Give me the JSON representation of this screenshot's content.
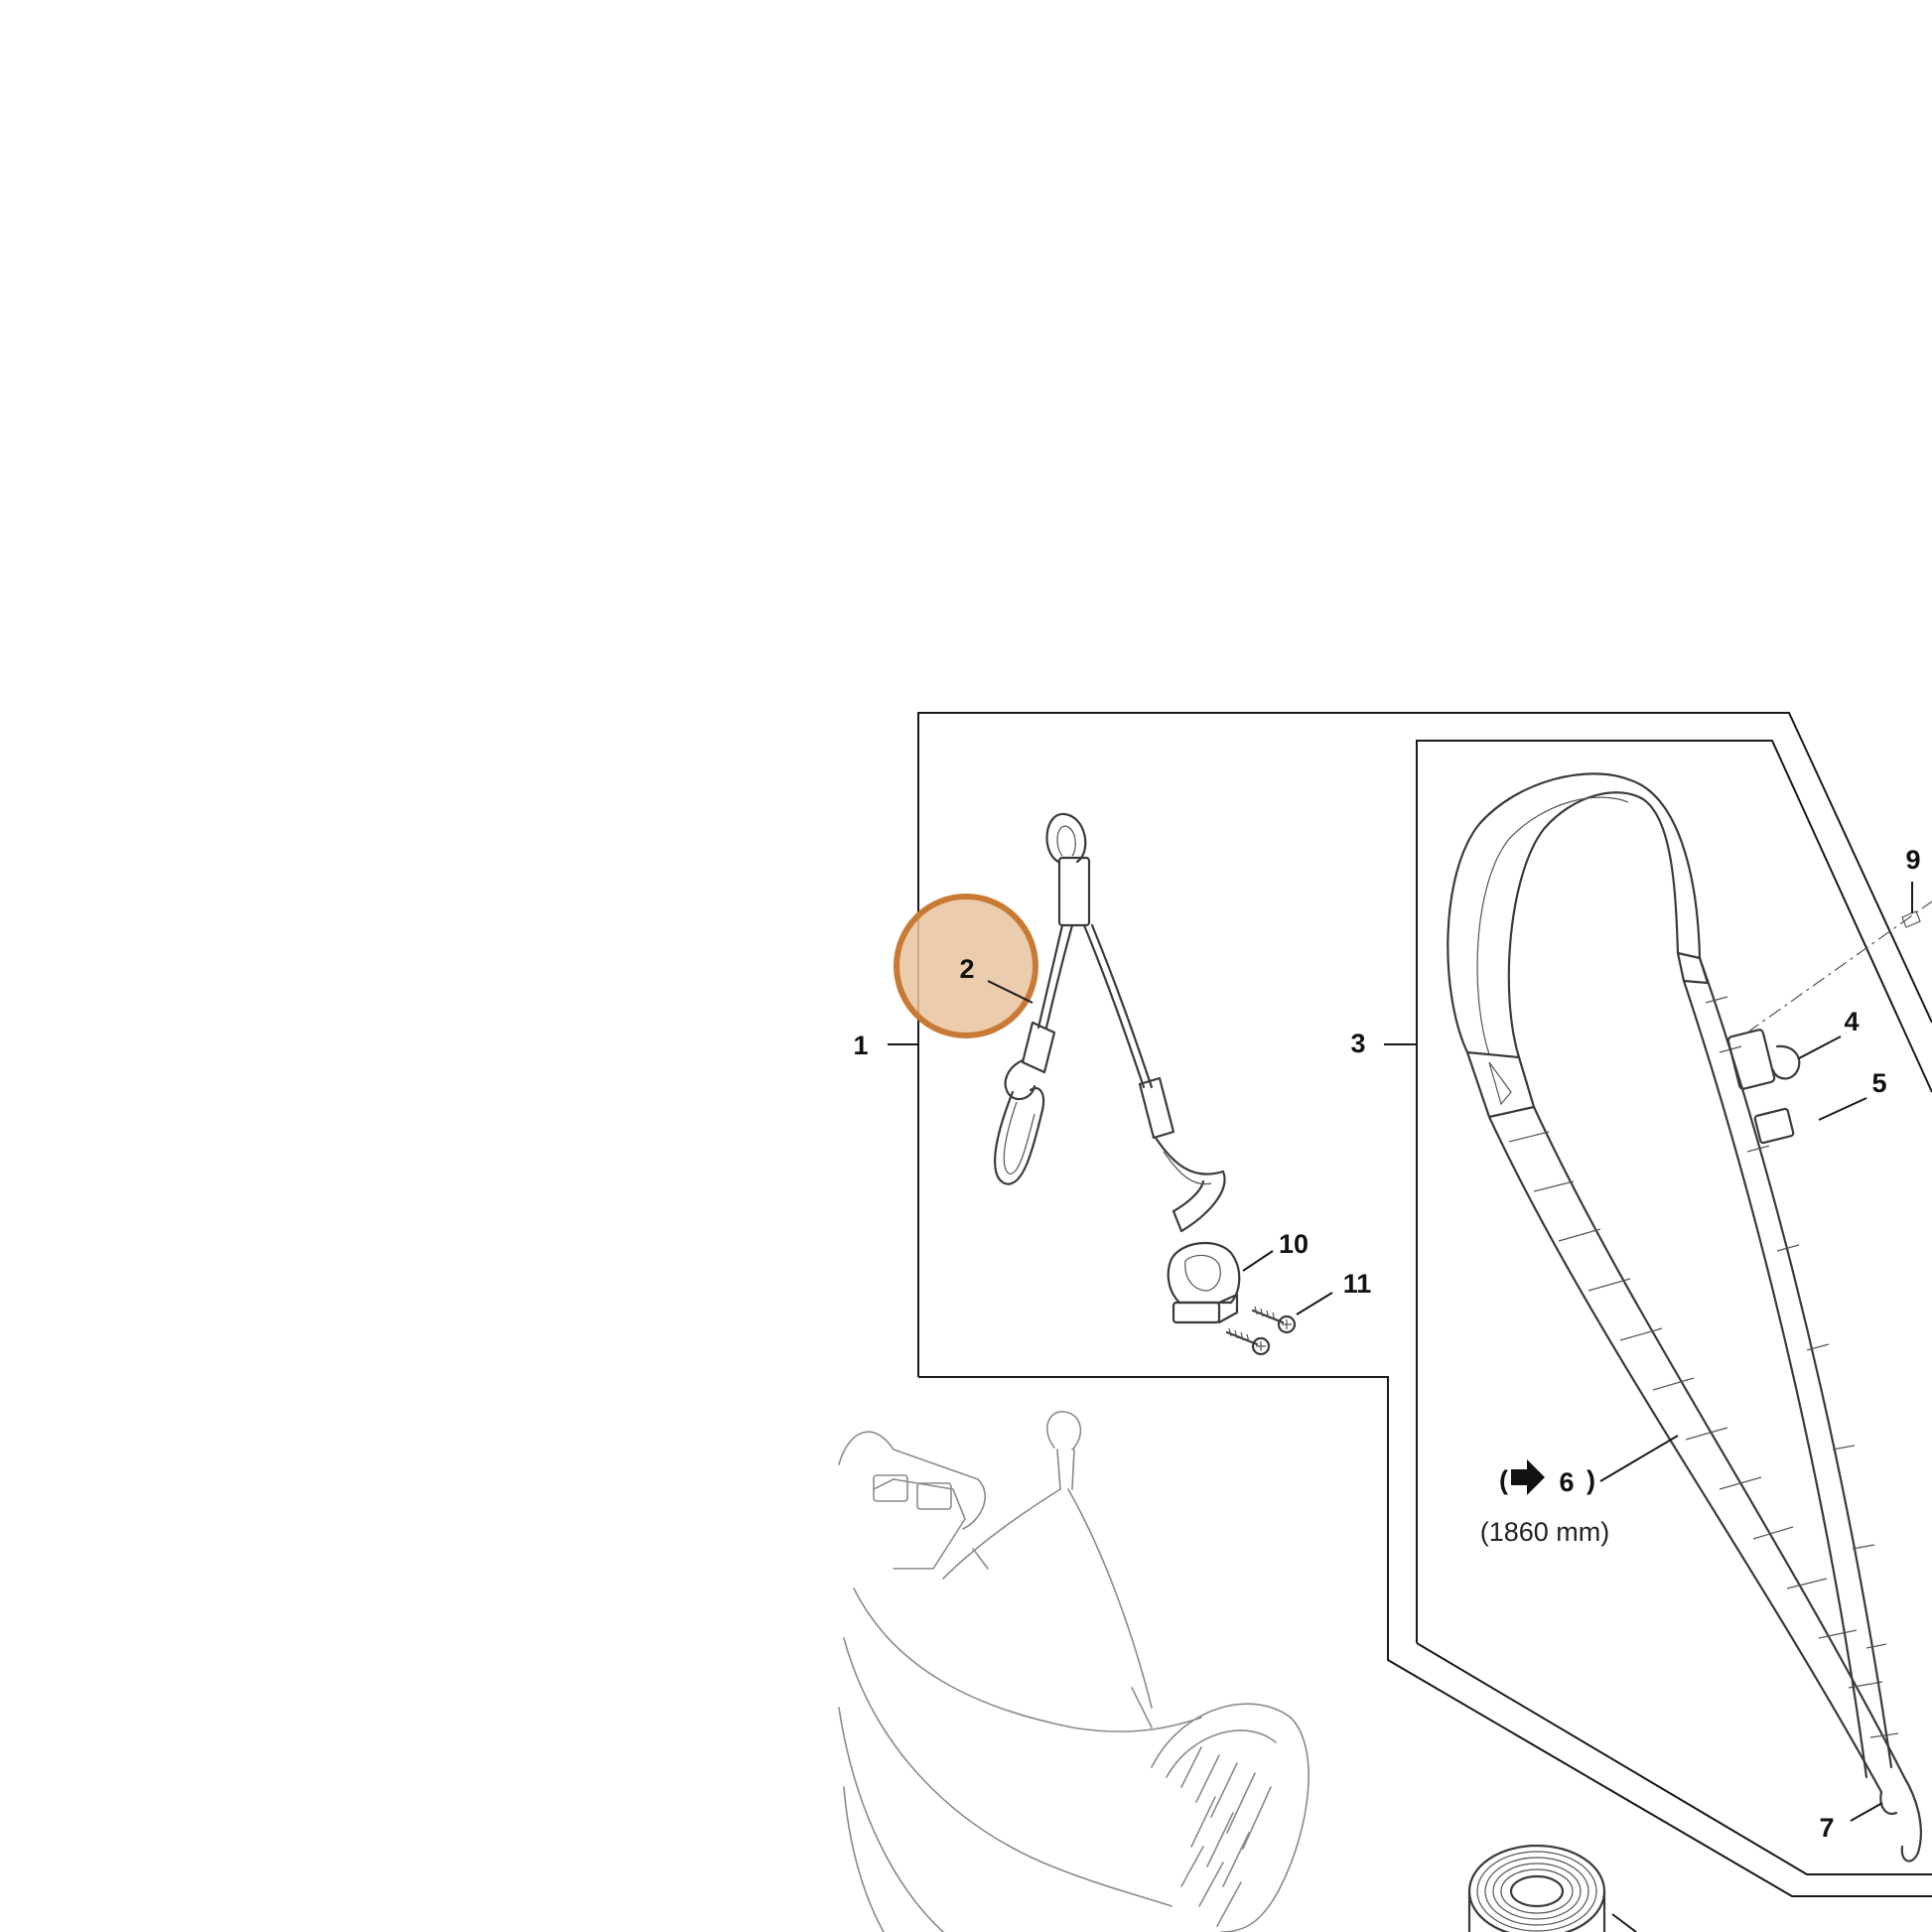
{
  "callouts": {
    "c1": "1",
    "c2": "2",
    "c3": "3",
    "c4": "4",
    "c5": "5",
    "c6": "6",
    "c7": "7",
    "c9": "9",
    "c10": "10",
    "c11": "11"
  },
  "length_note": "(1860 mm)",
  "highlight": {
    "part": "2",
    "fill_color": "#e8c39e",
    "ring_color": "#c87a35"
  },
  "line_color": "#1a1a1a"
}
